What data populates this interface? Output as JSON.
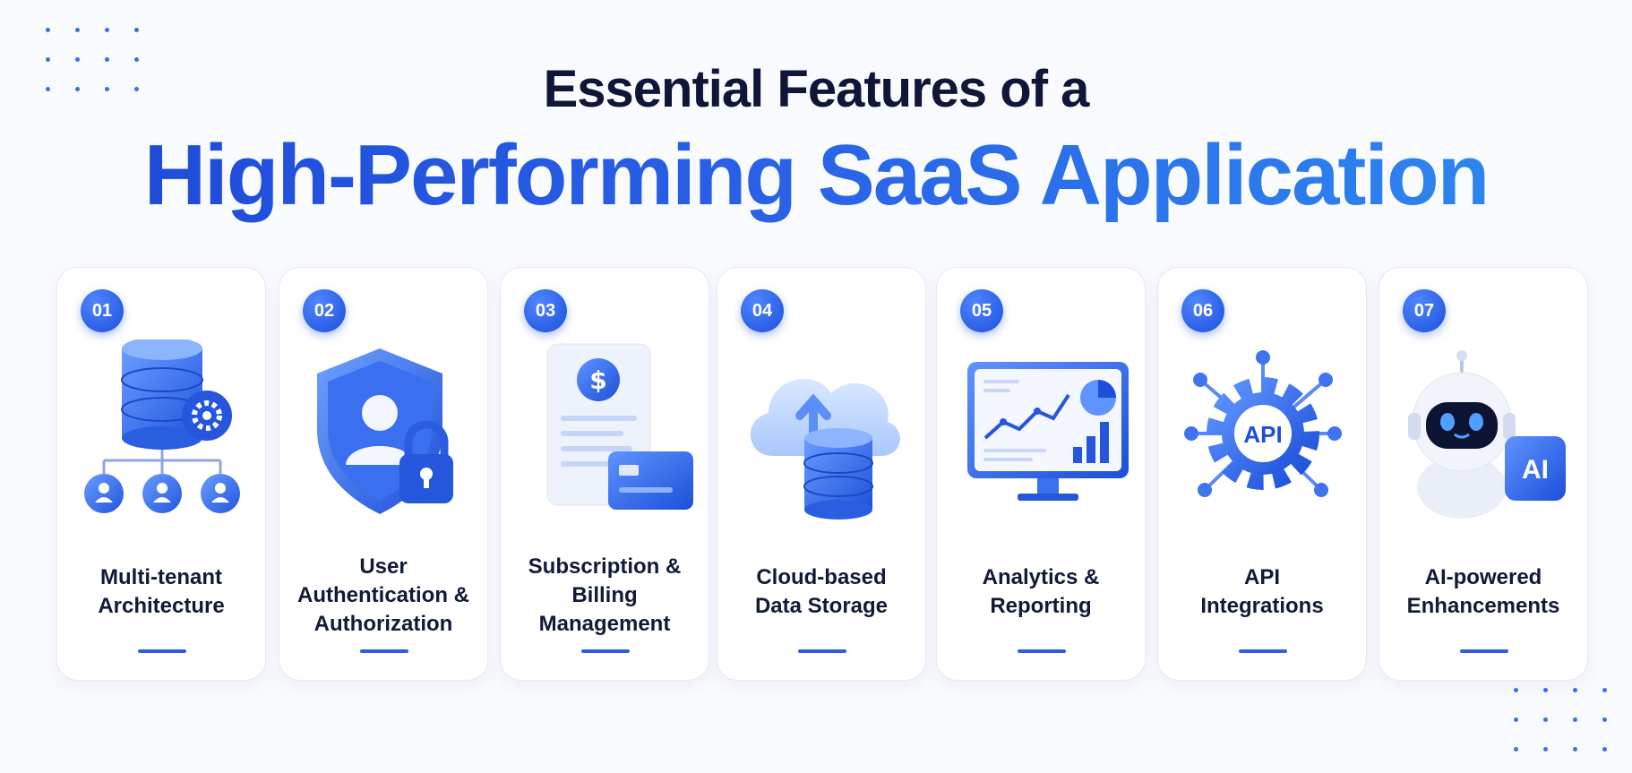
{
  "header": {
    "line1": "Essential Features of a",
    "line2": "High-Performing SaaS Application"
  },
  "colors": {
    "accent": "#2d5fe6",
    "title_dark": "#0f1638",
    "gradient_start": "#1d47d6",
    "gradient_end": "#2e8cf0"
  },
  "features": [
    {
      "number": "01",
      "lines": [
        "Multi-tenant",
        "Architecture"
      ],
      "icon": "database-network-icon"
    },
    {
      "number": "02",
      "lines": [
        "User",
        "Authentication &",
        "Authorization"
      ],
      "icon": "shield-lock-icon"
    },
    {
      "number": "03",
      "lines": [
        "Subscription &",
        "Billing",
        "Management"
      ],
      "icon": "invoice-card-icon"
    },
    {
      "number": "04",
      "lines": [
        "Cloud-based",
        "Data Storage"
      ],
      "icon": "cloud-storage-icon"
    },
    {
      "number": "05",
      "lines": [
        "Analytics &",
        "Reporting"
      ],
      "icon": "analytics-monitor-icon"
    },
    {
      "number": "06",
      "lines": [
        "API",
        "Integrations"
      ],
      "icon": "api-gear-icon",
      "icon_text": "API"
    },
    {
      "number": "07",
      "lines": [
        "AI-powered",
        "Enhancements"
      ],
      "icon": "ai-robot-icon",
      "icon_text": "AI"
    }
  ]
}
